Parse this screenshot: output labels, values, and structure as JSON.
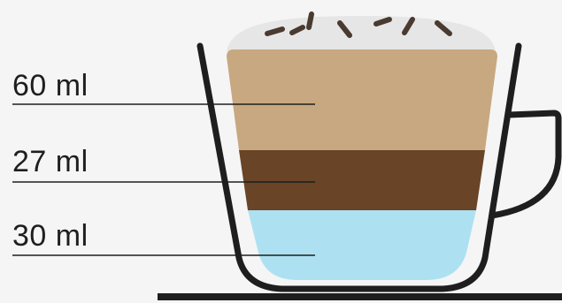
{
  "layers": [
    {
      "label": "60 ml",
      "color": "#c8a880"
    },
    {
      "label": "27 ml",
      "color": "#694426"
    },
    {
      "label": "30 ml",
      "color": "#ade1f2"
    }
  ],
  "colors": {
    "background": "#f5f5f5",
    "cup_outline": "#1e1e1e",
    "foam": "#e6e6e6",
    "sprinkles": "#4a3a30"
  }
}
